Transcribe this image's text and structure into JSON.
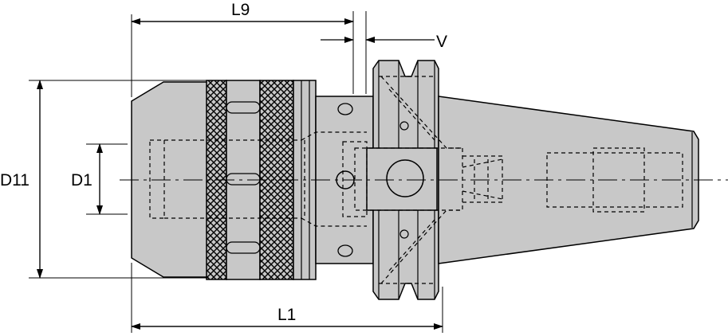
{
  "dimensions": {
    "overall_length": "L1",
    "gauge_length": "L9",
    "flange_offset": "V",
    "chuck_diameter": "D11",
    "bore_diameter": "D1"
  },
  "colors": {
    "body_fill": "#c8c8c8",
    "line": "#000000",
    "background": "#ffffff"
  }
}
